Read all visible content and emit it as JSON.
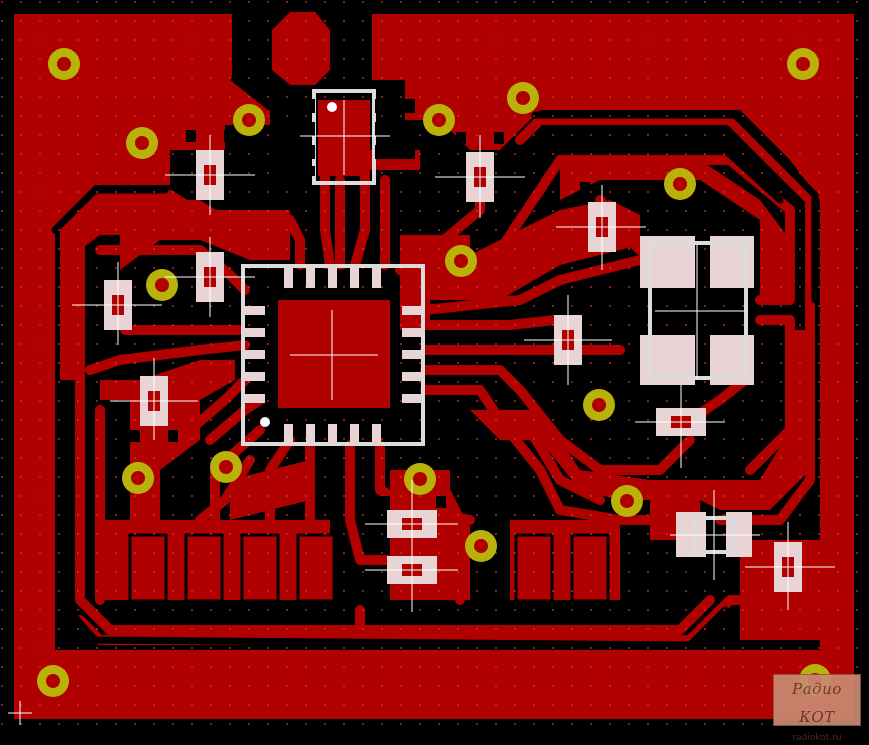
{
  "colors": {
    "background": "#000000",
    "copper": "#b00000",
    "copper_dark": "#8c0000",
    "via": "#b8b20a",
    "via_hole": "#b00000",
    "silk": "#dcdcdc",
    "pad": "#e8d4d4",
    "ref": "#ffffff",
    "watermark_bg": "#c98a73"
  },
  "watermark": {
    "logo_text": "Радио КОТ",
    "site_text": "radiokot.ru"
  },
  "components": {
    "ic": "tqfp-ic-footprint",
    "crystal": "crystal-footprint",
    "sot": "sot-footprint",
    "regulator": "regulator-footprint",
    "passives": "smd-resistor-footprint"
  },
  "icons": {
    "via": "via-icon",
    "pad": "pad-icon",
    "cross": "crosshair-icon"
  }
}
